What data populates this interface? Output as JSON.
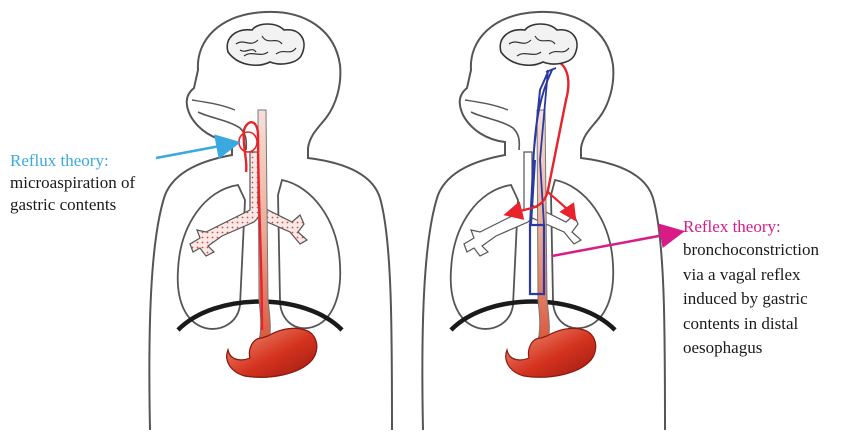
{
  "reflux": {
    "title": "Reflux theory:",
    "lines": [
      "microaspiration of",
      "gastric contents"
    ]
  },
  "reflex": {
    "title": "Reflex theory:",
    "lines": [
      "bronchoconstriction",
      "via a vagal reflex",
      "induced by gastric",
      "contents in distal",
      "oesophagus"
    ]
  },
  "colors": {
    "reflux_accent": "#3aa9e0",
    "reflex_accent": "#d81b86",
    "nerve_red": "#e8232b",
    "nerve_blue": "#2b3aa0",
    "outline": "#555555",
    "diaphragm": "#1a1a1a"
  },
  "icons": [
    "brain-icon",
    "stomach-icon",
    "lungs-icon",
    "bronchi-icon",
    "oesophagus-icon"
  ]
}
